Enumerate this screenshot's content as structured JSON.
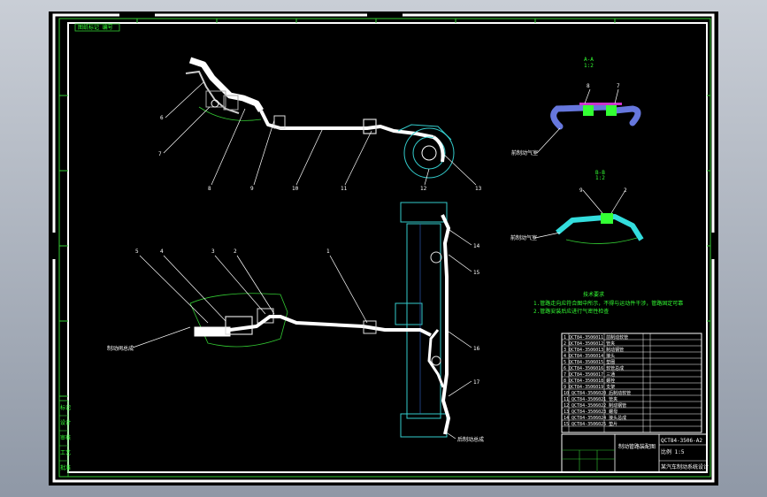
{
  "drawing": {
    "title_tag": "图纸标记 编号",
    "section_a_title": "A-A",
    "section_a_scale": "1:2",
    "section_b_title": "B-B",
    "section_b_scale": "1:2",
    "notes_title": "技术要求",
    "notes": [
      "1.管路走向应符合图中所示，不得与运动件干涉，管路固定可靠",
      "2.管路安装后应进行气密性检查"
    ],
    "callouts": {
      "c1": "6",
      "c2": "7",
      "c3": "8",
      "c4": "9",
      "c5": "10",
      "c6": "11",
      "c7": "12",
      "c8": "13",
      "c9": "14",
      "c10": "15",
      "c11": "16",
      "c12": "17",
      "c13": "5",
      "c14": "4",
      "c15": "3",
      "c16": "2",
      "c17": "1",
      "sa1": "8",
      "sa2": "7",
      "sb1": "9",
      "sb2": "2"
    },
    "annotations": {
      "a1": "前制动气室",
      "a2": "前制动气室",
      "a3": "制动阀总成",
      "a4": "后制动总成"
    },
    "side_labels": [
      "标记",
      "设计",
      "审核",
      "工艺",
      "批准"
    ],
    "title_block": {
      "drawing_no": "QCT84-3506-A2",
      "name": "制动管路装配图",
      "company": "某汽车制动系统设计",
      "scale_label": "比例 1:5"
    },
    "bom": [
      "1 QCT84-3506011 前制动软管",
      "2 QCT84-3506012 管夹",
      "3 QCT84-3506013 制动钢管",
      "4 QCT84-3506014 接头",
      "5 QCT84-3506015 垫圈",
      "6 QCT84-3506016 软管总成",
      "7 QCT84-3506017 三通",
      "8 QCT84-3506018 螺栓",
      "9 QCT84-3506019 支架",
      "10 QCT84-3506020 后制动软管",
      "11 QCT84-3506021 管夹",
      "12 QCT84-3506022 制动钢管",
      "13 QCT84-3506023 螺母",
      "14 QCT84-3506024 接头总成",
      "15 QCT84-3506025 垫片"
    ]
  }
}
